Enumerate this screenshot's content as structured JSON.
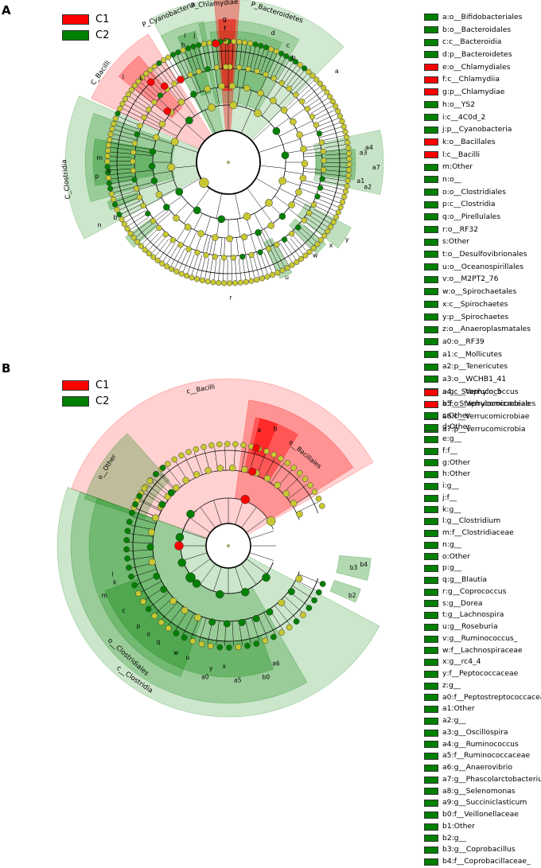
{
  "colors": {
    "C1": "#ff0000",
    "C2": "#008000",
    "node_neutral": "#c8c832"
  },
  "panel_a": {
    "letter": "A",
    "legend": [
      {
        "label": "C1",
        "color": "#ff0000"
      },
      {
        "label": "C2",
        "color": "#008000"
      }
    ],
    "clade_labels": [
      "P_Cyanobacteria",
      "P_Chlamydiae",
      "P_Bacteroidetes",
      "C_Bacilli",
      "C_Clostridia"
    ],
    "taxa": [
      {
        "key": "a",
        "name": "o__Bifidobacteriales",
        "group": "C2"
      },
      {
        "key": "b",
        "name": "o__Bacteroidales",
        "group": "C2"
      },
      {
        "key": "c",
        "name": "c__Bacteroidia",
        "group": "C2"
      },
      {
        "key": "d",
        "name": "p__Bacteroidetes",
        "group": "C2"
      },
      {
        "key": "e",
        "name": "o__Chlamydiales",
        "group": "C1"
      },
      {
        "key": "f",
        "name": "c__Chlamydiia",
        "group": "C1"
      },
      {
        "key": "g",
        "name": "p__Chlamydiae",
        "group": "C1"
      },
      {
        "key": "h",
        "name": "o__YS2",
        "group": "C2"
      },
      {
        "key": "i",
        "name": "c__4C0d_2",
        "group": "C2"
      },
      {
        "key": "j",
        "name": "p__Cyanobacteria",
        "group": "C2"
      },
      {
        "key": "k",
        "name": "o__Bacillales",
        "group": "C1"
      },
      {
        "key": "l",
        "name": "c__Bacilli",
        "group": "C1"
      },
      {
        "key": "m",
        "name": "Other",
        "group": "C2"
      },
      {
        "key": "n",
        "name": "o__",
        "group": "C2"
      },
      {
        "key": "o",
        "name": "o__Clostridiales",
        "group": "C2"
      },
      {
        "key": "p",
        "name": "c__Clostridia",
        "group": "C2"
      },
      {
        "key": "q",
        "name": "o__Pirellulales",
        "group": "C2"
      },
      {
        "key": "r",
        "name": "o__RF32",
        "group": "C2"
      },
      {
        "key": "s",
        "name": "Other",
        "group": "C2"
      },
      {
        "key": "t",
        "name": "o__Desulfovibrionales",
        "group": "C2"
      },
      {
        "key": "u",
        "name": "o__Oceanospirillales",
        "group": "C2"
      },
      {
        "key": "v",
        "name": "o__M2PT2_76",
        "group": "C2"
      },
      {
        "key": "w",
        "name": "o__Spirochaetales",
        "group": "C2"
      },
      {
        "key": "x",
        "name": "c__Spirochaetes",
        "group": "C2"
      },
      {
        "key": "y",
        "name": "p__Spirochaetes",
        "group": "C2"
      },
      {
        "key": "z",
        "name": "o__Anaeroplasmatales",
        "group": "C2"
      },
      {
        "key": "a0",
        "name": "o__RF39",
        "group": "C2"
      },
      {
        "key": "a1",
        "name": "c__Mollicutes",
        "group": "C2"
      },
      {
        "key": "a2",
        "name": "p__Tenericutes",
        "group": "C2"
      },
      {
        "key": "a3",
        "name": "o__WCHB1_41",
        "group": "C2"
      },
      {
        "key": "a4",
        "name": "c__Verruco_5",
        "group": "C2"
      },
      {
        "key": "a5",
        "name": "o__Verrucomicrobiales",
        "group": "C2"
      },
      {
        "key": "a6",
        "name": "c__Verrucomicrobiae",
        "group": "C2"
      },
      {
        "key": "a7",
        "name": "p__Verrucomicrobia",
        "group": "C2"
      }
    ]
  },
  "panel_b": {
    "letter": "B",
    "legend": [
      {
        "label": "C1",
        "color": "#ff0000"
      },
      {
        "label": "C2",
        "color": "#008000"
      }
    ],
    "clade_labels": [
      "c__Bacilli",
      "o__Bacillales",
      "o__Other",
      "c__Clostridia",
      "o__Clostridiales"
    ],
    "taxa": [
      {
        "key": "a",
        "name": "g__Staphylococcus",
        "group": "C1"
      },
      {
        "key": "b",
        "name": "f__Staphylococcaceae",
        "group": "C1"
      },
      {
        "key": "c",
        "name": "Other",
        "group": "C2"
      },
      {
        "key": "d",
        "name": "Other",
        "group": "C2"
      },
      {
        "key": "e",
        "name": "g__",
        "group": "C2"
      },
      {
        "key": "f",
        "name": "f__",
        "group": "C2"
      },
      {
        "key": "g",
        "name": "Other",
        "group": "C2"
      },
      {
        "key": "h",
        "name": "Other",
        "group": "C2"
      },
      {
        "key": "i",
        "name": "g__",
        "group": "C2"
      },
      {
        "key": "j",
        "name": "f__",
        "group": "C2"
      },
      {
        "key": "k",
        "name": "g__",
        "group": "C2"
      },
      {
        "key": "l",
        "name": "g__Clostridium",
        "group": "C2"
      },
      {
        "key": "m",
        "name": "f__Clostridiaceae",
        "group": "C2"
      },
      {
        "key": "n",
        "name": "g__",
        "group": "C2"
      },
      {
        "key": "o",
        "name": "Other",
        "group": "C2"
      },
      {
        "key": "p",
        "name": "g__",
        "group": "C2"
      },
      {
        "key": "q",
        "name": "g__Blautia",
        "group": "C2"
      },
      {
        "key": "r",
        "name": "g__Coprococcus",
        "group": "C2"
      },
      {
        "key": "s",
        "name": "g__Dorea",
        "group": "C2"
      },
      {
        "key": "t",
        "name": "g__Lachnospira",
        "group": "C2"
      },
      {
        "key": "u",
        "name": "g__Roseburia",
        "group": "C2"
      },
      {
        "key": "v",
        "name": "g__Ruminococcus_",
        "group": "C2"
      },
      {
        "key": "w",
        "name": "f__Lachnospiraceae",
        "group": "C2"
      },
      {
        "key": "x",
        "name": "g__rc4_4",
        "group": "C2"
      },
      {
        "key": "y",
        "name": "f__Peptococcaceae",
        "group": "C2"
      },
      {
        "key": "z",
        "name": "g__",
        "group": "C2"
      },
      {
        "key": "a0",
        "name": "f__Peptostreptococcaceae",
        "group": "C2"
      },
      {
        "key": "a1",
        "name": "Other",
        "group": "C2"
      },
      {
        "key": "a2",
        "name": "g__",
        "group": "C2"
      },
      {
        "key": "a3",
        "name": "g__Oscillospira",
        "group": "C2"
      },
      {
        "key": "a4",
        "name": "g__Ruminococcus",
        "group": "C2"
      },
      {
        "key": "a5",
        "name": "f__Ruminococcaceae",
        "group": "C2"
      },
      {
        "key": "a6",
        "name": "g__Anaerovibrio",
        "group": "C2"
      },
      {
        "key": "a7",
        "name": "g__Phascolarctobacterium",
        "group": "C2"
      },
      {
        "key": "a8",
        "name": "g__Selenomonas",
        "group": "C2"
      },
      {
        "key": "a9",
        "name": "g__Succiniclasticum",
        "group": "C2"
      },
      {
        "key": "b0",
        "name": "f__Veillonellaceae",
        "group": "C2"
      },
      {
        "key": "b1",
        "name": "Other",
        "group": "C2"
      },
      {
        "key": "b2",
        "name": "g__",
        "group": "C2"
      },
      {
        "key": "b3",
        "name": "g__Coprobacillus",
        "group": "C2"
      },
      {
        "key": "b4",
        "name": "f__Coprobacillaceae_",
        "group": "C2"
      }
    ]
  }
}
